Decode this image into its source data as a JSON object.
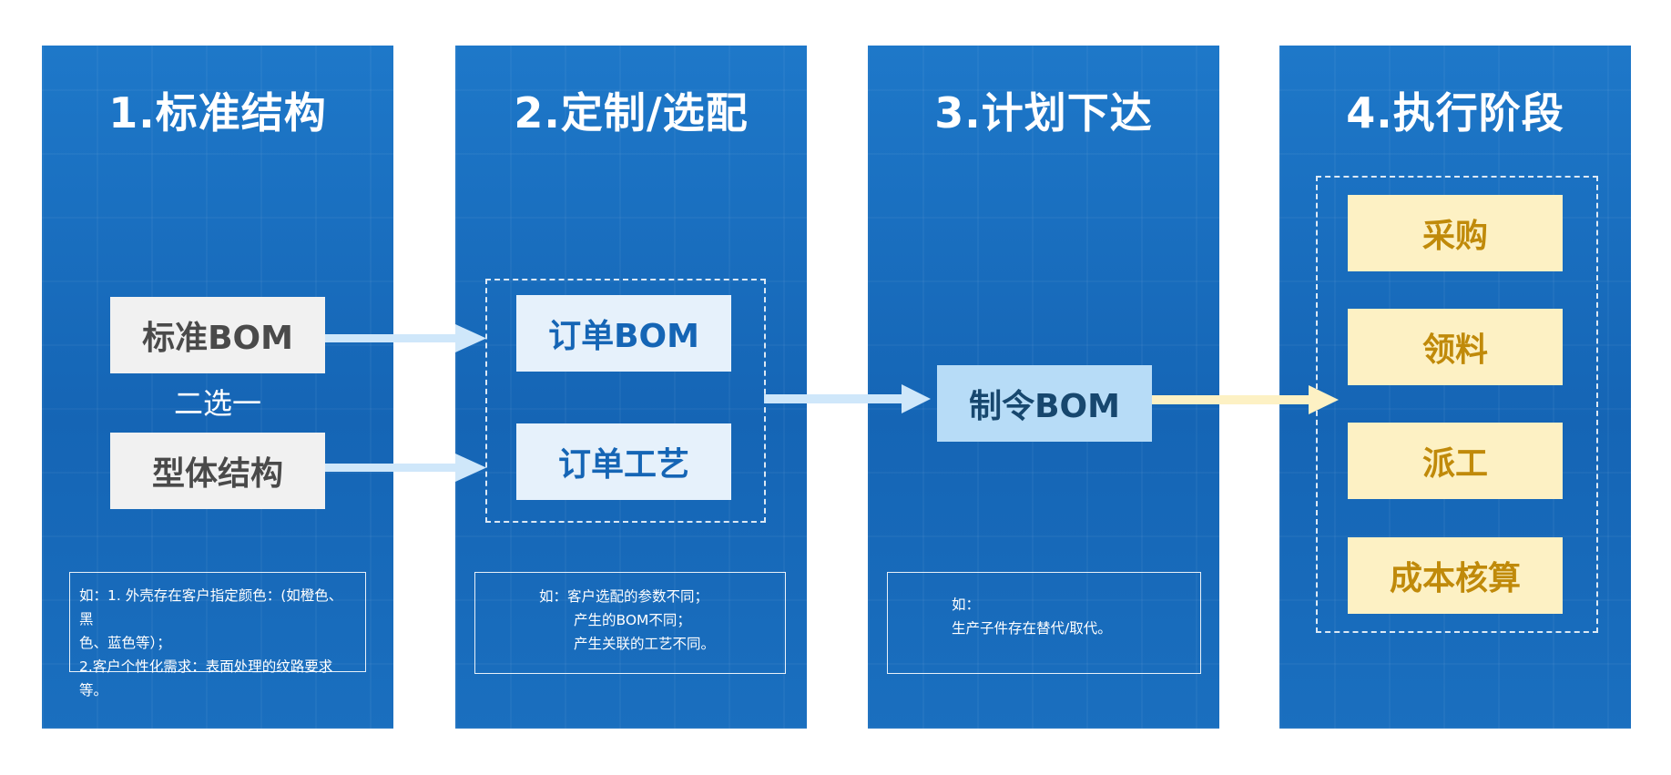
{
  "stages": [
    {
      "title": "1.标准结构",
      "boxes": [
        "标准BOM",
        "型体结构"
      ],
      "separator": "二选一",
      "note": [
        "如：1. 外壳存在客户指定颜色：(如橙色、黑",
        "色、蓝色等）；",
        "2.客户个性化需求：表面处理的纹路要求等。"
      ]
    },
    {
      "title": "2.定制/选配",
      "boxes": [
        "订单BOM",
        "订单工艺"
      ],
      "note": [
        "如：客户选配的参数不同；",
        "产生的BOM不同；",
        "产生关联的工艺不同。"
      ]
    },
    {
      "title": "3.计划下达",
      "boxes": [
        "制令BOM"
      ],
      "note": [
        "如：",
        "生产子件存在替代/取代。"
      ]
    },
    {
      "title": "4.执行阶段",
      "boxes": [
        "采购",
        "领料",
        "派工",
        "成本核算"
      ]
    }
  ],
  "colors": {
    "panel": "#1a6fbf",
    "arrow_blue": "#cfe7fa",
    "arrow_yellow": "#fdf1c4"
  }
}
